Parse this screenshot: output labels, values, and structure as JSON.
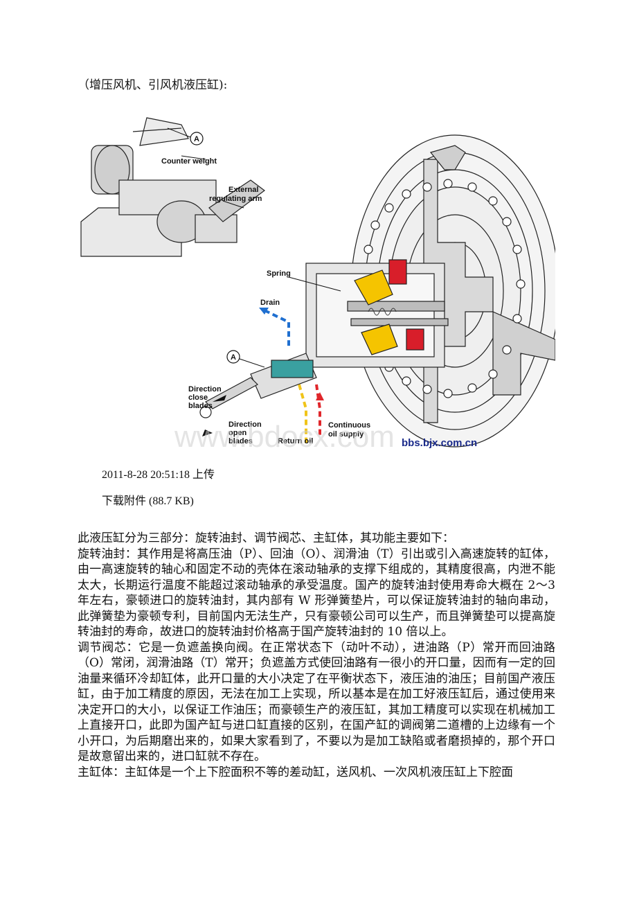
{
  "heading": "（增压风机、引风机液压缸):",
  "figure": {
    "labels": {
      "a_top": "A",
      "counter_weight": "Counter weight",
      "external_arm_1": "External",
      "external_arm_2": "regulating arm",
      "spring": "Spring",
      "drain": "Drain",
      "a_mid": "A",
      "dir_close_1": "Direction",
      "dir_close_2": "close",
      "dir_close_3": "blades",
      "dir_open_1": "Direction",
      "dir_open_2": "open",
      "dir_open_3": "blades",
      "return_oil": "Return oil",
      "continuous_1": "Continuous",
      "continuous_2": "oil supply",
      "site": "bbs.bjx.com.cn",
      "watermark": "www.bdocx.com"
    },
    "colors": {
      "drain": "#1f6fd0",
      "return": "#f0c419",
      "supply": "#e0262b",
      "part_yellow": "#f5c400",
      "part_red": "#d81e2a"
    }
  },
  "upload_time": "2011-8-28 20:51:18 上传",
  "attachment": "下载附件 (88.7 KB)",
  "paragraphs": [
    "此液压缸分为三部分：旋转油封、调节阀芯、主缸体，其功能主要如下：",
    "旋转油封：其作用是将高压油（P）、回油（O）、润滑油（T）引出或引入高速旋转的缸体，由一高速旋转的轴心和固定不动的壳体在滚动轴承的支撑下组成的，其精度很高，内泄不能太大，长期运行温度不能超过滚动轴承的承受温度。国产的旋转油封使用寿命大概在 2～3 年左右，豪顿进口的旋转油封，其内部有 W 形弹簧垫片，可以保证旋转油封的轴向串动，此弹簧垫为豪顿专利，目前国内无法生产，只有豪顿公司可以生产，而且弹簧垫可以提高旋转油封的寿命，故进口的旋转油封价格高于国产旋转油封的 10 倍以上。",
    "调节阀芯：它是一负遮盖换向阀。在正常状态下（动叶不动），进油路（P）常开而回油路（O）常闭，润滑油路（T）常开；负遮盖方式使回油路有一很小的开口量，因而有一定的回油量来循环冷却缸体，此开口量的大小决定了在平衡状态下，液压油的油压；目前国产液压缸，由于加工精度的原因，无法在加工上实现，所以基本是在加工好液压缸后，通过使用来决定开口的大小，以保证工作油压；而豪顿生产的液压缸，其加工精度可以实现在机械加工上直接开口，此即为国产缸与进口缸直接的区别，在国产缸的调阀第二道槽的上边缘有一个小开口，为后期磨出来的，如果大家看到了，不要以为是加工缺陷或者磨损掉的，那个开口是故意留出来的，进口缸就不存在。",
    "主缸体：主缸体是一个上下腔面积不等的差动缸，送风机、一次风机液压缸上下腔面"
  ]
}
